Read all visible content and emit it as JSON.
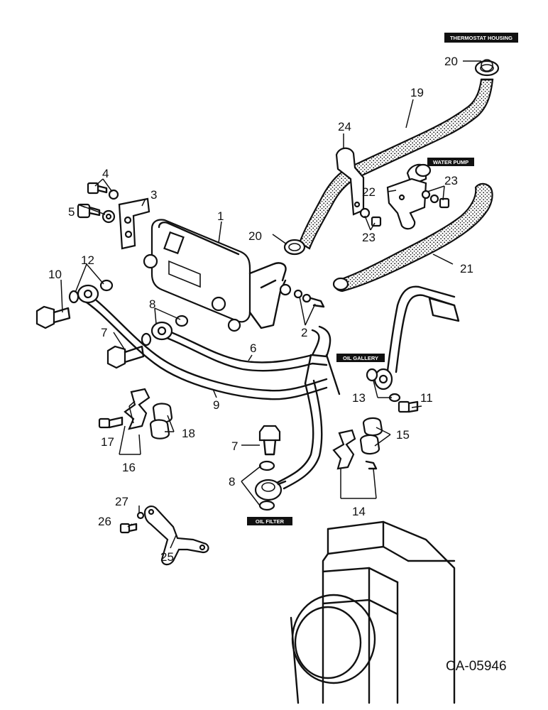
{
  "drawing_code": "CA-05946",
  "tags": {
    "thermostat_housing": "THERMOSTAT HOUSING",
    "water_pump": "WATER PUMP",
    "oil_gallery": "OIL GALLERY",
    "oil_filter": "OIL FILTER"
  },
  "callouts": {
    "c1": "1",
    "c2": "2",
    "c3": "3",
    "c4": "4",
    "c5": "5",
    "c6": "6",
    "c7a": "7",
    "c7b": "7",
    "c8a": "8",
    "c8b": "8",
    "c9": "9",
    "c10": "10",
    "c11": "11",
    "c12": "12",
    "c13": "13",
    "c14": "14",
    "c15": "15",
    "c16": "16",
    "c17": "17",
    "c18": "18",
    "c19": "19",
    "c20a": "20",
    "c20b": "20",
    "c21": "21",
    "c22": "22",
    "c23a": "23",
    "c23b": "23",
    "c24": "24",
    "c25": "25",
    "c26": "26",
    "c27": "27"
  }
}
